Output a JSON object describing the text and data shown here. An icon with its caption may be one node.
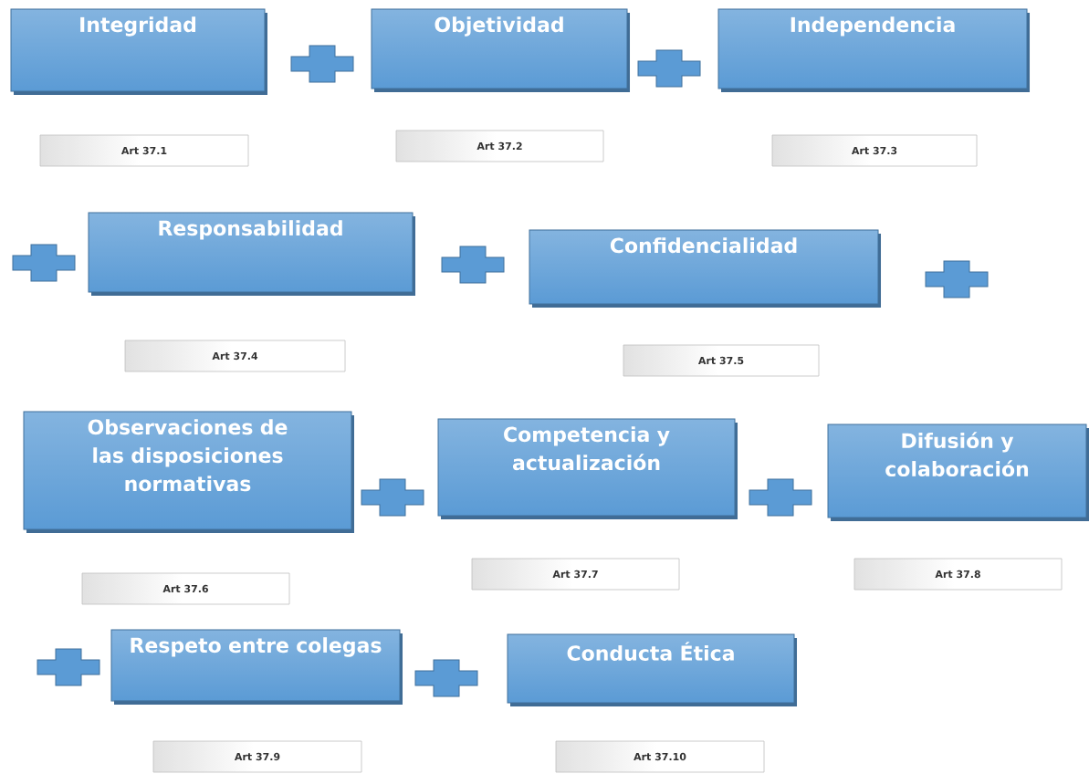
{
  "diagram": {
    "nodes": [
      {
        "text": [
          "Integridad"
        ]
      },
      {
        "text": [],
        "shape": "plus"
      },
      {
        "text": [
          "Objetividad"
        ]
      },
      {
        "text": [],
        "shape": "plus"
      },
      {
        "text": [
          "Independencia"
        ]
      },
      {
        "text": [
          "Art 37.1"
        ]
      },
      {
        "text": [
          "Art 37.2"
        ]
      },
      {
        "text": [
          "Art 37.3"
        ]
      },
      {
        "text": [],
        "shape": "plus"
      },
      {
        "text": [
          "Responsabilidad"
        ]
      },
      {
        "text": [],
        "shape": "plus"
      },
      {
        "text": [
          "Confidencialidad"
        ]
      },
      {
        "text": [],
        "shape": "plus"
      },
      {
        "text": [
          "Art 37.4"
        ]
      },
      {
        "text": [
          "Art 37.5"
        ]
      },
      {
        "text": [
          "Observaciones de las disposiciones normativas"
        ]
      },
      {
        "text": [],
        "shape": "plus"
      },
      {
        "text": [
          "Competencia y actualización"
        ]
      },
      {
        "text": [],
        "shape": "plus"
      },
      {
        "text": [
          "Difusión y colaboración"
        ]
      },
      {
        "text": [
          "Art 37.6"
        ]
      },
      {
        "text": [
          "Art 37.7"
        ]
      },
      {
        "text": [
          "Art 37.8"
        ]
      },
      {
        "text": [],
        "shape": "plus"
      },
      {
        "text": [
          "Respeto entre colegas"
        ]
      },
      {
        "text": [],
        "shape": "plus"
      },
      {
        "text": [
          "Conducta Ética"
        ]
      },
      {
        "text": [
          "Art 37.9"
        ]
      },
      {
        "text": [
          "Art 37.10"
        ]
      }
    ]
  }
}
